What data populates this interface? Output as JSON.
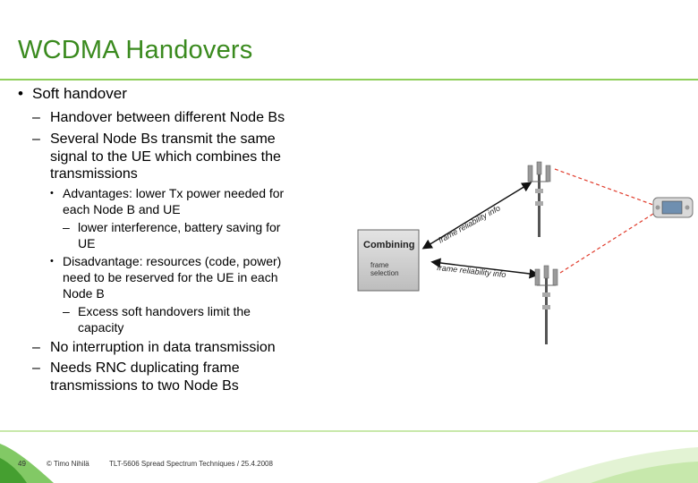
{
  "slide": {
    "title": "WCDMA Handovers",
    "bullets": {
      "soft_handover": "Soft handover",
      "handover_between": "Handover between different Node Bs",
      "several_lines": [
        "Several Node Bs transmit the same",
        "signal to the UE which combines the",
        "transmissions"
      ],
      "advantages_lines": [
        "Advantages: lower Tx power needed for",
        "each Node B and UE"
      ],
      "lower_interference_lines": [
        "lower interference, battery saving for",
        "UE"
      ],
      "disadvantage_lines": [
        "Disadvantage: resources (code, power)",
        "need to be reserved for the UE in each",
        "Node B"
      ],
      "excess_lines": [
        "Excess soft handovers limit the",
        "capacity"
      ],
      "no_interruption": "No interruption in data transmission",
      "needs_rnc_lines": [
        "Needs RNC duplicating frame",
        "transmissions to two Node Bs"
      ]
    },
    "marks": {
      "bullet": "•",
      "dash": "–"
    }
  },
  "diagram": {
    "combining_label": "Combining",
    "frame_selection_lines": [
      "frame",
      "selection"
    ],
    "arrow_label_top": "frame reliability info",
    "arrow_label_bottom": "frame reliability info"
  },
  "footer": {
    "page_number": "49",
    "author": "© Timo Nihilä",
    "course": "TLT-5606 Spread Spectrum Techniques / 25.4.2008"
  },
  "colors": {
    "title": "#3a8a1e",
    "rule": "#8fcf5a",
    "footer_green": "#6cc04a",
    "radio_link": "#e03a2a"
  }
}
